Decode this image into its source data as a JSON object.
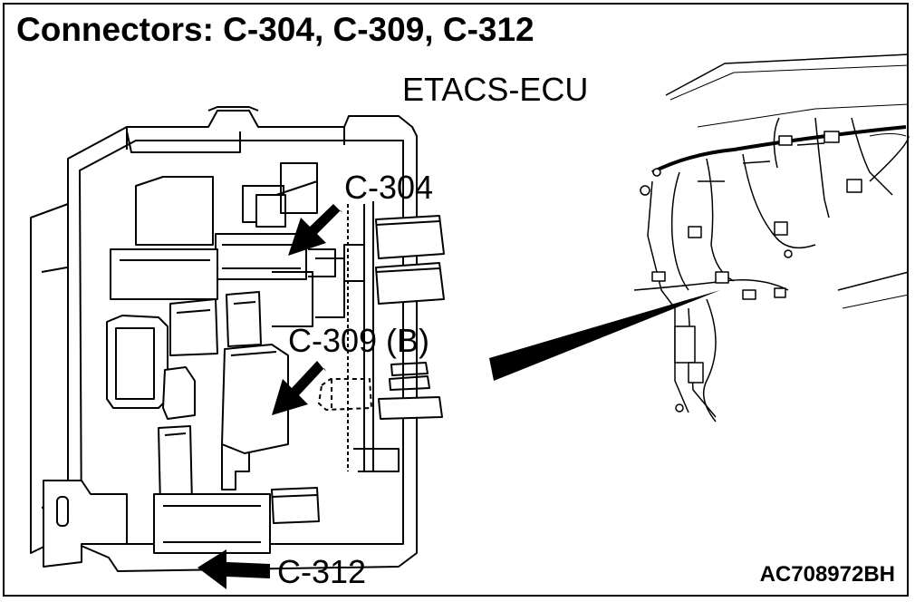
{
  "title": "Connectors: C-304, C-309, C-312",
  "component": "ETACS-ECU",
  "callouts": [
    {
      "id": "c304",
      "label": "C-304"
    },
    {
      "id": "c309",
      "label": "C-309 (B)"
    },
    {
      "id": "c312",
      "label": "C-312"
    }
  ],
  "figure_code": "AC708972BH"
}
